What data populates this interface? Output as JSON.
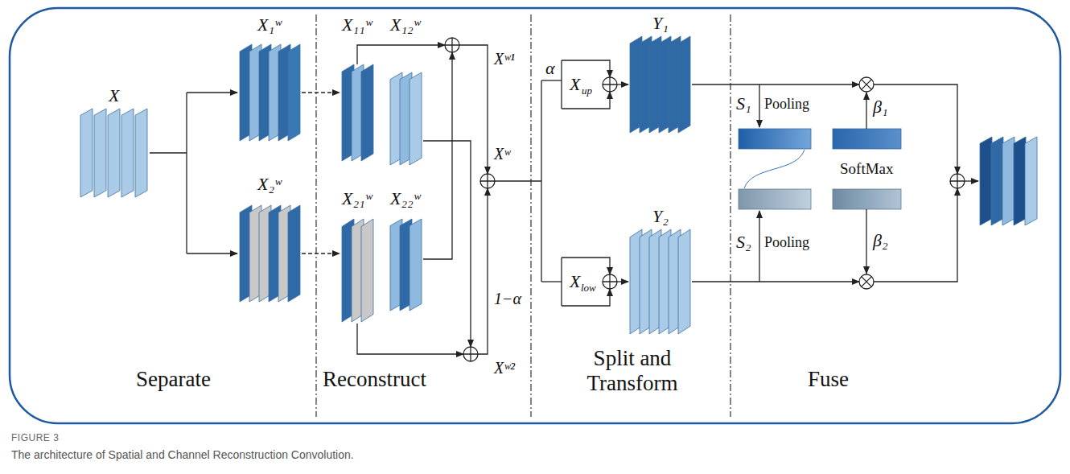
{
  "diagram": {
    "caption": "The architecture of Spatial and Channel Reconstruction Convolution.",
    "labels": [
      "X",
      "X₁ʷ",
      "X₂ʷ",
      "X₁₁ʷ",
      "X₁₂ʷ",
      "Xʷ¹",
      "Xʷ",
      "X₂₁ʷ",
      "X₂₂ʷ",
      "Xʷ²",
      "α",
      "X",
      "up",
      "Y₁",
      "1−α",
      "X",
      "low",
      "Y₂",
      "S₁",
      "Pooling",
      "β₁",
      "SoftMax",
      "S₂",
      "Pooling",
      "β₂",
      "Separate",
      "Reconstruct",
      "Split and Transform",
      "Fuse",
      "FIGURE 3"
    ]
  }
}
